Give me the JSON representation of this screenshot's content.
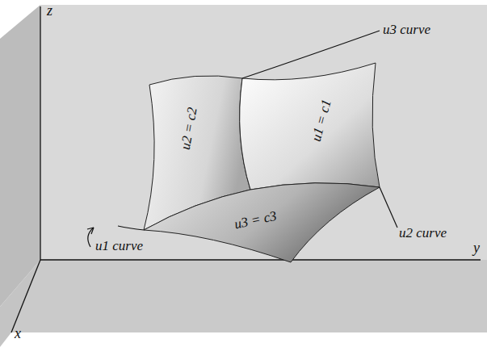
{
  "diagram": {
    "labels": [
      "z",
      "y",
      "x",
      "u3 curve",
      "u2 curve",
      "u1 curve",
      "u2 = c2",
      "u1 = c1",
      "u3 = c3"
    ]
  }
}
